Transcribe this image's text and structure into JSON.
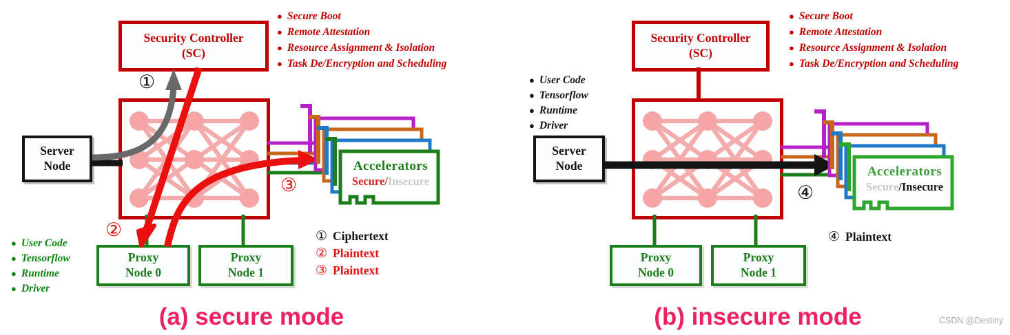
{
  "captions": {
    "a": "(a) secure mode",
    "b": "(b) insecure mode"
  },
  "watermark": "CSDN @Destiny",
  "colors": {
    "dark_red": "#C00000",
    "bright_red": "#EA1010",
    "green": "#1B7E1B",
    "bright_green": "#2DA62D",
    "purple": "#B520C8",
    "orange": "#C8661A",
    "blue": "#2079C8",
    "gray_arrow": "#696969",
    "node_pink": "#F5A5A5",
    "caption_pink": "#ED2160"
  },
  "panel_a": {
    "security_controller": {
      "title": "Security Controller",
      "subtitle": "(SC)"
    },
    "sc_features": [
      "Secure Boot",
      "Remote Attestation",
      "Resource Assignment & Isolation",
      "Task De/Encryption and Scheduling"
    ],
    "server_node": {
      "line1": "Server",
      "line2": "Node"
    },
    "software_stack": [
      "User Code",
      "Tensorflow",
      "Runtime",
      "Driver"
    ],
    "proxy_nodes": [
      {
        "line1": "Proxy",
        "line2": "Node 0"
      },
      {
        "line1": "Proxy",
        "line2": "Node 1"
      }
    ],
    "accelerators": {
      "title": "Accelerators",
      "secure": "Secure",
      "slash": "/",
      "insecure": "Insecure"
    },
    "arrow_labels": {
      "one": "①",
      "two": "②",
      "three": "③"
    },
    "legend": [
      {
        "num": "①",
        "label": "Ciphertext"
      },
      {
        "num": "②",
        "label": "Plaintext"
      },
      {
        "num": "③",
        "label": "Plaintext"
      }
    ]
  },
  "panel_b": {
    "security_controller": {
      "title": "Security Controller",
      "subtitle": "(SC)"
    },
    "sc_features": [
      "Secure Boot",
      "Remote Attestation",
      "Resource Assignment & Isolation",
      "Task De/Encryption and Scheduling"
    ],
    "server_node": {
      "line1": "Server",
      "line2": "Node"
    },
    "software_stack": [
      "User Code",
      "Tensorflow",
      "Runtime",
      "Driver"
    ],
    "proxy_nodes": [
      {
        "line1": "Proxy",
        "line2": "Node 0"
      },
      {
        "line1": "Proxy",
        "line2": "Node 1"
      }
    ],
    "accelerators": {
      "title": "Accelerators",
      "secure": "Secure",
      "slash": "/",
      "insecure": "Insecure"
    },
    "arrow_labels": {
      "four": "④"
    },
    "legend": [
      {
        "num": "④",
        "label": "Plaintext"
      }
    ]
  }
}
